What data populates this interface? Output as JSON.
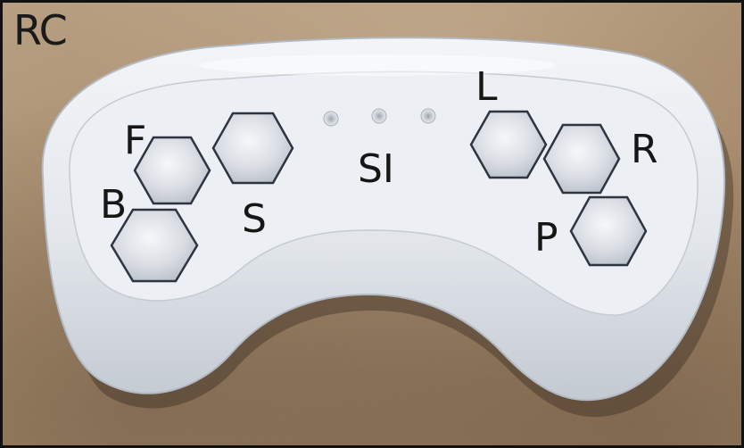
{
  "figure_label": "RC",
  "buttons": {
    "forward": "F",
    "backward": "B",
    "stop": "S",
    "left": "L",
    "right": "R",
    "play": "P"
  },
  "indicator_label": "SI",
  "colors": {
    "controller_body": "#e3e7ec",
    "button_outline": "#2c3540",
    "background": "#a88d6e",
    "label_text": "#161616"
  }
}
